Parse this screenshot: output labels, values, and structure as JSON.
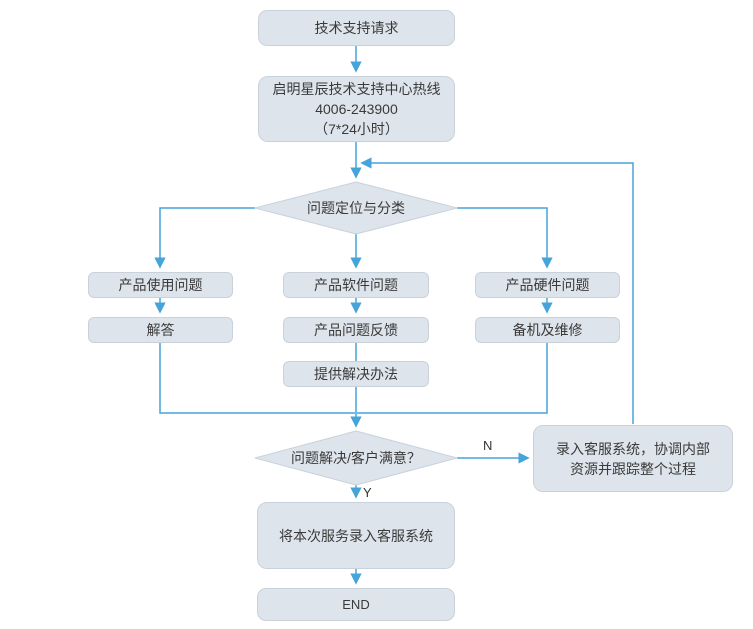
{
  "diagram": {
    "type": "flowchart",
    "colors": {
      "node_fill": "#dde4eb",
      "node_border": "#c9d2db",
      "connector": "#46a4da",
      "text": "#3a3a3a",
      "background": "#ffffff"
    },
    "nodes": {
      "start": {
        "label": "技术支持请求"
      },
      "hotline": {
        "line1": "启明星辰技术支持中心热线",
        "line2": "4006-243900",
        "line3": "（7*24小时）"
      },
      "classify": {
        "label": "问题定位与分类"
      },
      "usage": {
        "label": "产品使用问题"
      },
      "answer": {
        "label": "解答"
      },
      "software": {
        "label": "产品软件问题"
      },
      "feedback": {
        "label": "产品问题反馈"
      },
      "solution": {
        "label": "提供解决办法"
      },
      "hardware": {
        "label": "产品硬件问题"
      },
      "repair": {
        "label": "备机及维修"
      },
      "satisfied": {
        "label": "问题解决/客户满意？"
      },
      "crm": {
        "line1": "录入客服系统，协调内部",
        "line2": "资源并跟踪整个过程"
      },
      "record": {
        "label": "将本次服务录入客服系统"
      },
      "end": {
        "label": "END"
      }
    },
    "edge_labels": {
      "no": "N",
      "yes": "Y"
    }
  }
}
